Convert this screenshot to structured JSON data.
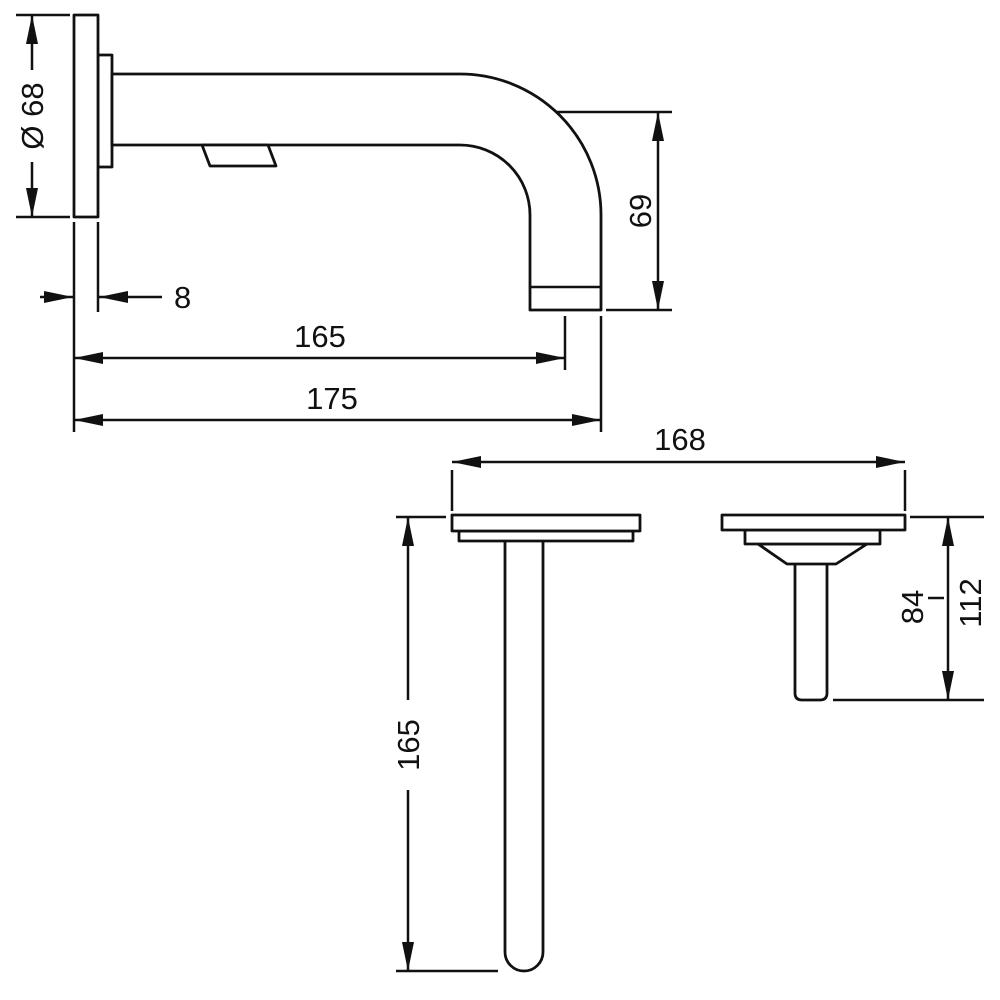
{
  "drawing": {
    "colors": {
      "line": "#111111",
      "background": "#ffffff"
    },
    "dimensions": {
      "escutcheon_diameter": "Ø 68",
      "escutcheon_depth": "8",
      "spout_reach": "165",
      "overall_projection": "175",
      "spout_drop": "69",
      "plate_span": "168",
      "spout_plan_length": "165",
      "stem_length_min": "84",
      "range_dash": "-",
      "stem_length_max": "112"
    }
  }
}
